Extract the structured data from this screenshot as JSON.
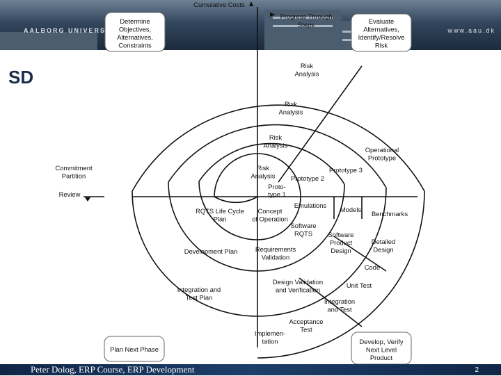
{
  "header": {
    "university_text": "AALBORG UNIVERSI",
    "website": "www.aau.dk"
  },
  "slide": {
    "title": "SD"
  },
  "diagram": {
    "axis_costs": "Cumulative Costs",
    "axis_progress": [
      "Progress Through",
      "Steps"
    ],
    "box_determine": [
      "Determine",
      "Objectives,",
      "Alternatives,",
      "Constraints"
    ],
    "box_evaluate": [
      "Evaluate",
      "Alternatives,",
      "Identify/Resolve",
      "Risk"
    ],
    "box_plan_next": "Plan Next Phase",
    "box_develop": [
      "Develop, Verify",
      "Next Level",
      "Product"
    ],
    "risk_analysis_1": [
      "Risk",
      "Analysis"
    ],
    "risk_analysis_2": [
      "Risk",
      "Analysis"
    ],
    "risk_analysis_3": [
      "Risk",
      "Analysis"
    ],
    "risk_analysis_4": [
      "Risk",
      "Analysis"
    ],
    "operational_prototype": [
      "Operational",
      "Prototype"
    ],
    "prototype_3": "Prototype 3",
    "prototype_2": "Prototype 2",
    "prototype_1": [
      "Proto-",
      "type 1"
    ],
    "commitment_partition": [
      "Commitment",
      "Partition"
    ],
    "review": "Review",
    "emulations": "Emulations",
    "models": "Models",
    "benchmarks": "Benchmarks",
    "rqts_plan": [
      "RQTS Life Cycle",
      "Plan"
    ],
    "concept_operation": [
      "Concept",
      "of Operation"
    ],
    "software_rqts": [
      "Software",
      "RQTS"
    ],
    "software_product_design": [
      "Software",
      "Product",
      "Design"
    ],
    "detailed_design": [
      "Detailed",
      "Design"
    ],
    "development_plan": "Development Plan",
    "requirements_validation": [
      "Requirements",
      "Validation"
    ],
    "code": "Code",
    "integration_test_plan": [
      "Integration and",
      "Test Plan"
    ],
    "design_validation": [
      "Design Validation",
      "and Verification"
    ],
    "unit_test": "Unit Test",
    "integration_and_test": [
      "Integration",
      "and Test"
    ],
    "acceptance_test": [
      "Acceptance",
      "Test"
    ],
    "implementation": [
      "Implemen-",
      "tation"
    ]
  },
  "footer": {
    "text": "Peter Dolog, ERP Course, ERP Development",
    "page_number": "2"
  }
}
